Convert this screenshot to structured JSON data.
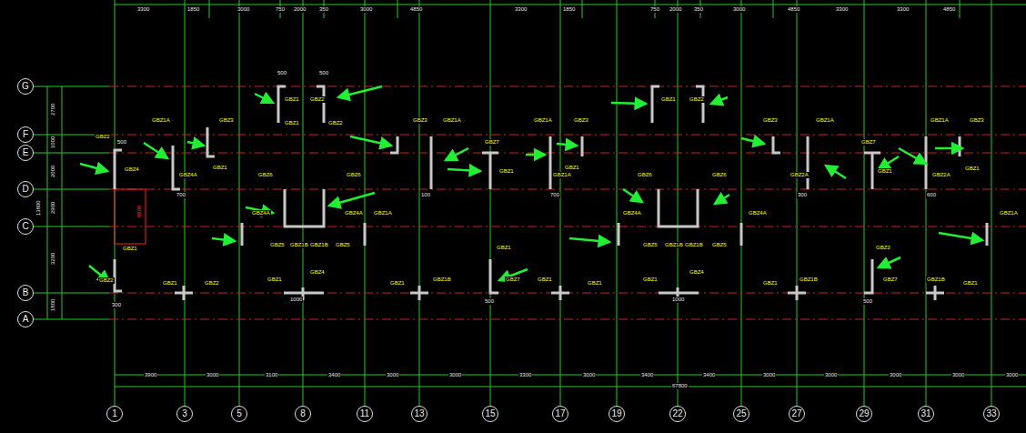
{
  "diagram": {
    "nodes": [
      {
        "text": [
          "G"
        ]
      },
      {
        "text": [
          "F"
        ]
      },
      {
        "text": [
          "E"
        ]
      },
      {
        "text": [
          "D"
        ]
      },
      {
        "text": [
          "C"
        ]
      },
      {
        "text": [
          "B"
        ]
      },
      {
        "text": [
          "A"
        ]
      },
      {
        "text": [
          "1"
        ]
      },
      {
        "text": [
          "3"
        ]
      },
      {
        "text": [
          "5"
        ]
      },
      {
        "text": [
          "8"
        ]
      },
      {
        "text": [
          "11"
        ]
      },
      {
        "text": [
          "13"
        ]
      },
      {
        "text": [
          "15"
        ]
      },
      {
        "text": [
          "17"
        ]
      },
      {
        "text": [
          "19"
        ]
      },
      {
        "text": [
          "22"
        ]
      },
      {
        "text": [
          "25"
        ]
      },
      {
        "text": [
          "27"
        ]
      },
      {
        "text": [
          "29"
        ]
      },
      {
        "text": [
          "31"
        ]
      },
      {
        "text": [
          "33"
        ]
      }
    ],
    "labels": [
      "3300",
      "1850",
      "3000",
      "750",
      "2000",
      "350",
      "3000",
      "4850",
      "3300",
      "1850",
      "750",
      "2000",
      "350",
      "3000",
      "4850",
      "3300",
      "3300",
      "4850",
      "2700",
      "1000",
      "2000",
      "2900",
      "3200",
      "1800",
      "13800",
      "3900",
      "3000",
      "3100",
      "3400",
      "3000",
      "3000",
      "3300",
      "3000",
      "3400",
      "3400",
      "3000",
      "3000",
      "3000",
      "3000",
      "3000",
      "67800",
      "GBZ2",
      "GBZ4",
      "GBZ1A",
      "GBZ4A",
      "GBZ3",
      "GBZ1",
      "GBZ1",
      "GBZ2",
      "GBZ1",
      "GBZ2",
      "GBZ6",
      "GBZ6",
      "GBZ4A",
      "GBZ4A",
      "GBZ1A",
      "GBZ5",
      "GBZ1B",
      "GBZ1B",
      "GBZ5",
      "GBZ3",
      "GBZ1A",
      "GBZ7",
      "GBZ1",
      "GBZ1A",
      "GBZ3",
      "GBZ1A",
      "GBZ1",
      "GBZ1",
      "GBZ2",
      "GBZ6",
      "GBZ6",
      "GBZ4A",
      "GBZ4A",
      "GBZ5",
      "GBZ1B",
      "GBZ1B",
      "GBZ5",
      "GBZ3",
      "GBZ1A",
      "GBZ2A",
      "GBZ7",
      "GBZ1",
      "GBZ1A",
      "GBZ3",
      "GBZ2A",
      "GBZ1",
      "GBZ1A",
      "GBZ1",
      "GBZ2",
      "GBZ1",
      "GBZ2",
      "GBZ1",
      "GBZ4",
      "GBZ1",
      "GBZ1B",
      "GBZ1",
      "GBZ7",
      "GBZ1",
      "GBZ1",
      "GBZ1",
      "GBZ4",
      "GBZ1",
      "GBZ1B",
      "GBZ3",
      "GBZ7",
      "GBZ1B",
      "GBZ1",
      "500",
      "300",
      "500",
      "500",
      "700",
      "100",
      "700",
      "300",
      "600",
      "500",
      "500",
      "1000",
      "1000",
      "8800"
    ]
  }
}
